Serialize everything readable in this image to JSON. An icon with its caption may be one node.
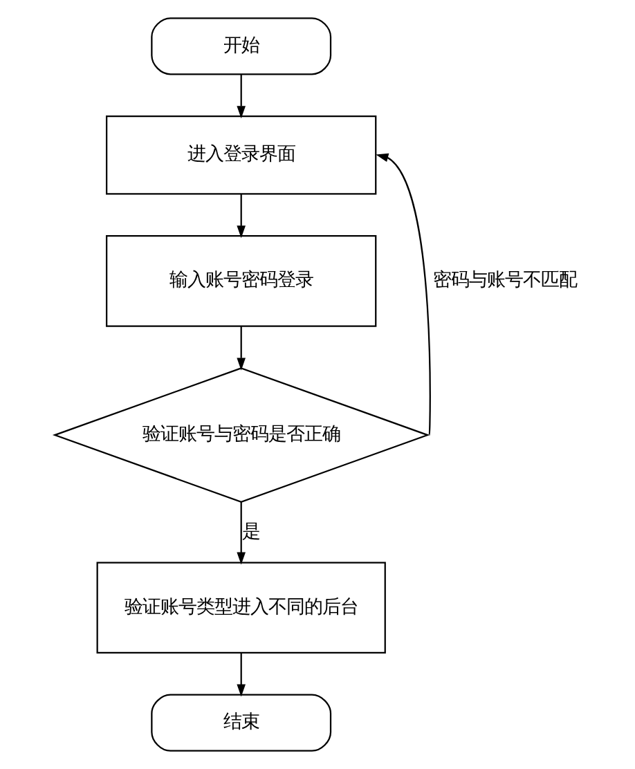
{
  "diagram": {
    "nodes": [
      {
        "text": [
          "开始"
        ]
      },
      {
        "text": [
          "进入登录界面"
        ]
      },
      {
        "text": [
          "输入账号密码登录"
        ]
      },
      {
        "text": [
          "验证账号与密码是否正确"
        ]
      },
      {
        "text": [
          "验证账号类型进入不同的后台"
        ]
      },
      {
        "text": [
          "结束"
        ]
      }
    ],
    "edges": [
      {
        "from": 0,
        "to": 1,
        "arrow": "to"
      },
      {
        "from": 1,
        "to": 2,
        "arrow": "to"
      },
      {
        "from": 2,
        "to": 3,
        "arrow": "to"
      },
      {
        "from": 3,
        "to": 4,
        "arrow": "to",
        "label": "是"
      },
      {
        "from": 3,
        "to": 1,
        "arrow": "to",
        "label": "密码与账号不匹配"
      },
      {
        "from": 4,
        "to": 5,
        "arrow": "to"
      }
    ]
  }
}
